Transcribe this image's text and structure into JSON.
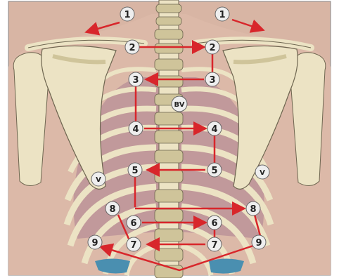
{
  "diagram": {
    "colors": {
      "background": "#d8b5a4",
      "skin": "#dcb9a8",
      "bone": "#ece3c4",
      "bone_shade": "#cfc49a",
      "bone_outline": "#6e6650",
      "rib_gap": "#b98580",
      "lung": "#b58c95",
      "arrow": "#d8262b",
      "marker_fill": "#eeeeee",
      "marker_stroke": "#666666",
      "blue_tissue": "#4a8fb0"
    },
    "markers": {
      "m1l": "1",
      "m1r": "1",
      "m2l": "2",
      "m2r": "2",
      "m3l": "3",
      "m3r": "3",
      "m4l": "4",
      "m4r": "4",
      "m5l": "5",
      "m5r": "5",
      "m6l": "6",
      "m6r": "6",
      "m7l": "7",
      "m7r": "7",
      "m8l": "8",
      "m8r": "8",
      "m9l": "9",
      "m9r": "9"
    },
    "bv_label": "BV",
    "scapula_left_label": "V",
    "scapula_right_label": "V"
  }
}
